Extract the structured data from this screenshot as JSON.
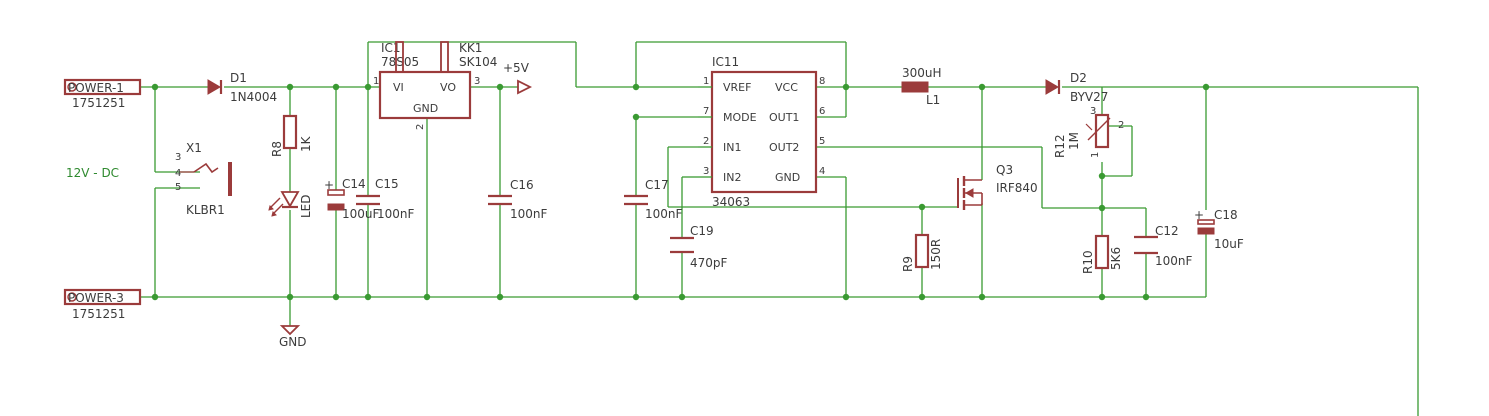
{
  "connectors": {
    "power1": {
      "name": "POWER-1",
      "part": "1751251"
    },
    "power3": {
      "name": "POWER-3",
      "part": "1751251"
    }
  },
  "dc_jack": {
    "ref": "X1",
    "part": "KLBR1",
    "pins": [
      "3",
      "4",
      "5"
    ],
    "supply_label": "12V - DC"
  },
  "d1": {
    "ref": "D1",
    "value": "1N4004"
  },
  "r8": {
    "ref": "R8",
    "value": "1K"
  },
  "led": {
    "value": "LED"
  },
  "gnd_symbol": {
    "label": "GND"
  },
  "c14": {
    "ref": "C14",
    "value": "100uF"
  },
  "c15": {
    "ref": "C15",
    "value": "100nF"
  },
  "ic_reg": {
    "ref": "IC1",
    "value": "78S05",
    "pin_vi": "VI",
    "pin_vo": "VO",
    "pin_gnd": "GND",
    "pin1": "1",
    "pin2": "2",
    "pin3": "3"
  },
  "heatsink": {
    "ref": "KK1",
    "value": "SK104"
  },
  "supply_5v": {
    "label": "+5V"
  },
  "c16": {
    "ref": "C16",
    "value": "100nF"
  },
  "c17": {
    "ref": "C17",
    "value": "100nF"
  },
  "ic11": {
    "ref": "IC11",
    "value": "34063",
    "left_pins": [
      {
        "num": "1",
        "name": "VREF"
      },
      {
        "num": "7",
        "name": "MODE"
      },
      {
        "num": "2",
        "name": "IN1"
      },
      {
        "num": "3",
        "name": "IN2"
      }
    ],
    "right_pins": [
      {
        "num": "8",
        "name": "VCC"
      },
      {
        "num": "6",
        "name": "OUT1"
      },
      {
        "num": "5",
        "name": "OUT2"
      },
      {
        "num": "4",
        "name": "GND"
      }
    ]
  },
  "c19": {
    "ref": "C19",
    "value": "470pF"
  },
  "l1": {
    "ref": "L1",
    "value": "300uH"
  },
  "r9": {
    "ref": "R9",
    "value": "150R"
  },
  "q3": {
    "ref": "Q3",
    "value": "IRF840"
  },
  "d2": {
    "ref": "D2",
    "value": "BYV27"
  },
  "r12": {
    "ref": "R12",
    "value": "1M",
    "pin1": "1",
    "pin2": "2",
    "pin3": "3"
  },
  "r10": {
    "ref": "R10",
    "value": "5K6"
  },
  "c12": {
    "ref": "C12",
    "value": "100nF"
  },
  "c18": {
    "ref": "C18",
    "value": "10uF"
  },
  "colors": {
    "wire": "#3a9a32",
    "component": "#9b3b3b",
    "text": "#3c3c3c"
  }
}
